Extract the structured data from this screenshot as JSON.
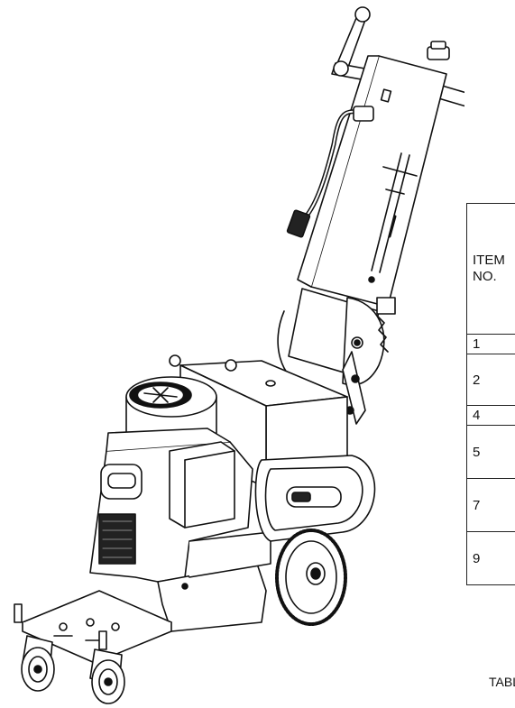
{
  "table": {
    "header_line1": "ITEM",
    "header_line2": "NO.",
    "rows": [
      "1",
      "2",
      "4",
      "5",
      "7",
      "9"
    ]
  },
  "footer_label": "TABLE"
}
